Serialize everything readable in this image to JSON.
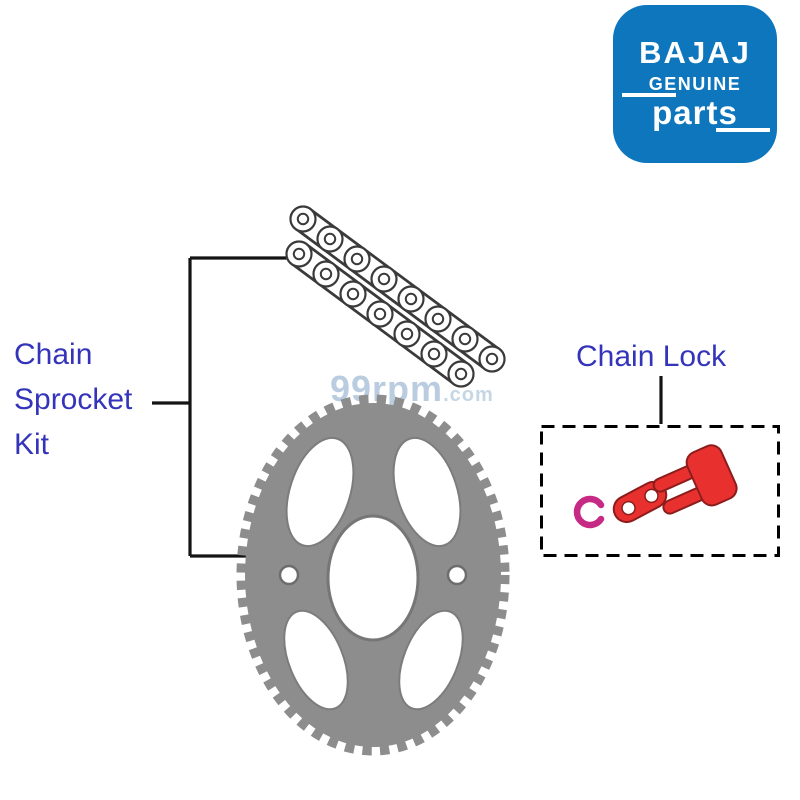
{
  "logo": {
    "brand": "BAJAJ",
    "genuine": "GENUINE",
    "parts": "parts",
    "background_color": "#0e76bc",
    "text_color": "#ffffff"
  },
  "labels": {
    "chain_sprocket_kit": {
      "line1": "Chain",
      "line2": "Sprocket",
      "line3": "Kit"
    },
    "chain_lock": "Chain Lock",
    "text_color": "#3434bb"
  },
  "watermark": {
    "text": "99rpm",
    "suffix": ".com",
    "color": "#9db8cf"
  },
  "artwork": {
    "sprocket_color": "#8d8d8d",
    "chain_outline_color": "#3a3a3a",
    "lock_part_color": "#e8312f",
    "clip_color": "#c62a84",
    "callout_line_color": "#141414"
  }
}
